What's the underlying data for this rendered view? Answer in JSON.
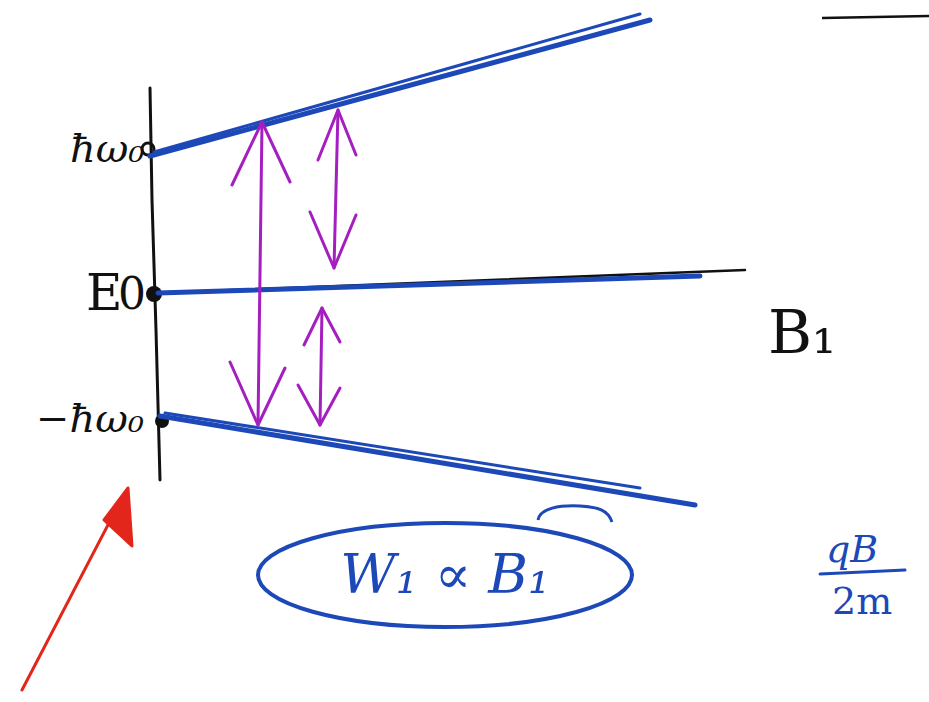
{
  "diagram": {
    "nodes": [
      {
        "text": [
          "W₁ ∝ B₁"
        ]
      }
    ],
    "labels": [
      "ħω₀",
      "E",
      "0",
      "−ħω₀",
      "B₁",
      "qB",
      "2m"
    ]
  }
}
